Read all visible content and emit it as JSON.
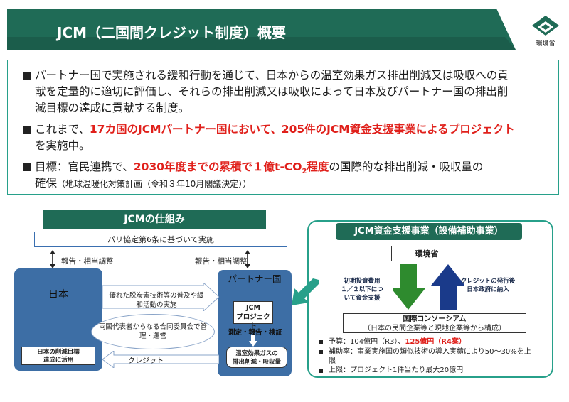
{
  "title": "JCM（二国間クレジット制度）概要",
  "logo_text": "環境省",
  "colors": {
    "brand_green": "#1f6b56",
    "accent_teal": "#27a08a",
    "emphasis_red": "#e0201b",
    "block_blue": "#3d6ea5"
  },
  "intro": {
    "b1_l1": "パートナー国で実施される緩和行動を通じて、日本からの温室効果ガス排出削減又は吸収への貢",
    "b1_l2": "献を定量的に適切に評価し、それらの排出削減又は吸収によって日本及びパートナー国の排出削",
    "b1_l3": "減目標の達成に貢献する制度。",
    "b2_pre": "これまで、",
    "b2_red": "17カ国のJCMパートナー国において、205件のJCM資金支援事業によるプロジェクト",
    "b2_l2": "を実施中。",
    "b3_pre": "目標：官民連携で、",
    "b3_red": "2030年度までの累積で１億t-CO",
    "b3_sub": "2",
    "b3_red2": "程度",
    "b3_post": "の国際的な排出削減・吸収量の",
    "b3_l2": "確保",
    "b3_note": "（地球温暖化対策計画（令和３年10月閣議決定））"
  },
  "scheme": {
    "header": "JCMの仕組み",
    "paris": "パリ協定第6条に基づいて実施",
    "report_left": "報告・相当調整",
    "report_right": "報告・相当調整",
    "japan": "日本",
    "partner": "パートナー国",
    "tech": "優れた脱炭素技術等の普及や緩和活動の実施",
    "committee": "両国代表者からなる合同委員会で管理・運営",
    "project_l1": "JCM",
    "project_l2": "プロジェクト",
    "measure": "測定・報告・検証",
    "reduction_l1": "温室効果ガスの",
    "reduction_l2": "排出削減・吸収量",
    "credit": "クレジット",
    "japan_use_l1": "日本の削減目標",
    "japan_use_l2": "達成に活用"
  },
  "support": {
    "header": "JCM資金支援事業（設備補助事業）",
    "moe": "環境省",
    "initial_l1": "初期投資費用",
    "initial_l2": "１／２以下につ",
    "initial_l3": "いて資金支援",
    "credit_issue_l1": "クレジットの発行後",
    "credit_issue_l2": "日本政府に納入",
    "consortium_l1": "国際コンソーシアム",
    "consortium_l2": "（日本の民間企業等と現地企業等から構成）",
    "budget_pre": "予算：104億円（R3）、",
    "budget_red": "125億円（R4案）",
    "subsidy_l1": "補助率：事業実施国の類似技術の導入実績により50～30%を上",
    "subsidy_l2": "限",
    "limit": "上限：プロジェクト1件当たり最大20億円"
  }
}
